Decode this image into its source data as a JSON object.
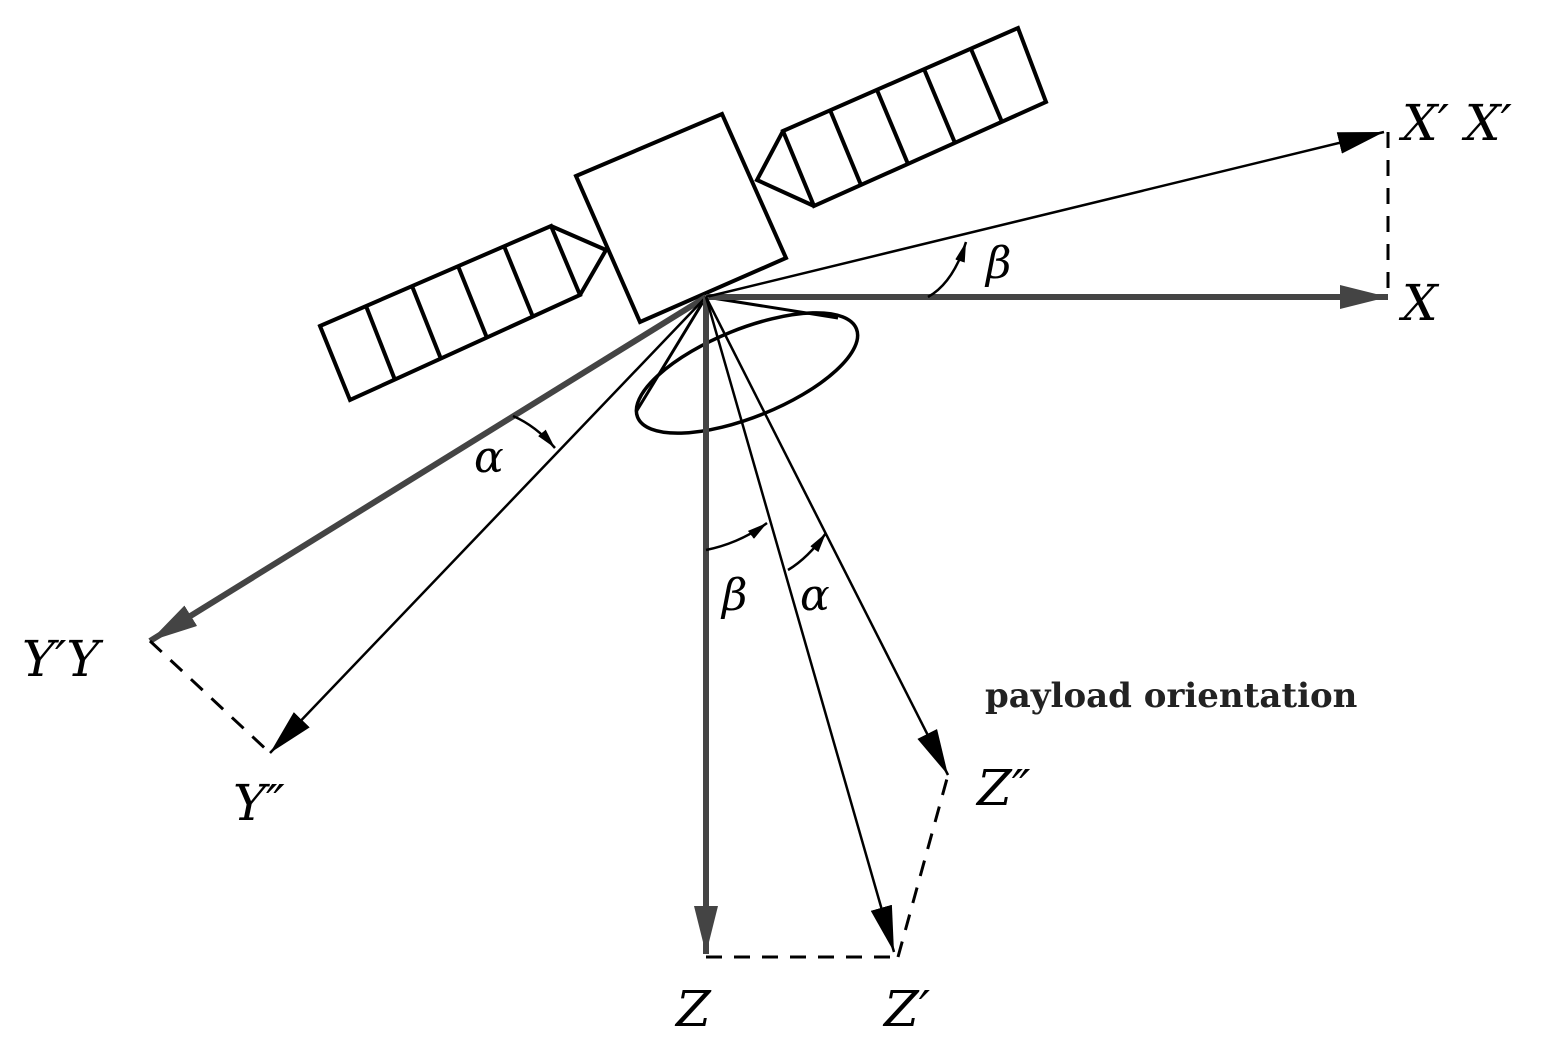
{
  "labels": {
    "x_prime": "X′ X′",
    "x": "X",
    "y_prime_y": "Y′Y",
    "y_double_prime": "Y″",
    "z": "Z",
    "z_prime": "Z′",
    "z_double_prime": "Z″",
    "payload_orientation": "payload orientation"
  },
  "angles": {
    "alpha": "α",
    "beta": "β"
  },
  "colors": {
    "line": "#000000",
    "thick_axis": "#444444",
    "background": "#ffffff"
  }
}
